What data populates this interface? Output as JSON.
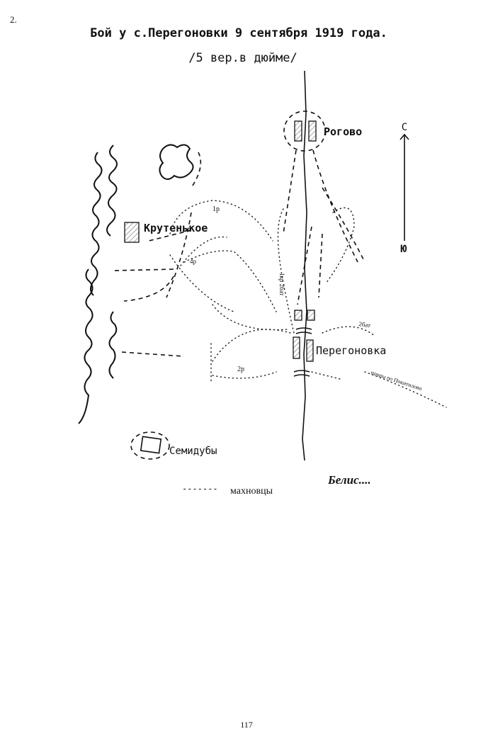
{
  "page": {
    "section_number": "2.",
    "page_number": "117"
  },
  "map": {
    "title": "Бой у с.Перегоновки 9 сентября 1919 года.",
    "scale": "/5 вер.в дюйме/",
    "places": {
      "rogovo": "Рогово",
      "krutenkoe": "Крутенькое",
      "peregonovka": "Перегоновка",
      "semidubi": "Семидубы"
    },
    "unit_labels": {
      "r1": "1р",
      "r4": "4р",
      "r2": "2р",
      "kr_bat": "1кр 2бат",
      "bat2": "2бат",
      "cavalry": "почны по Покитилово"
    },
    "compass": {
      "north": "С",
      "south": "Ю"
    },
    "handwritten_note": "Белис....",
    "legend": {
      "dash_sample": "-------",
      "label": "махновцы"
    }
  }
}
